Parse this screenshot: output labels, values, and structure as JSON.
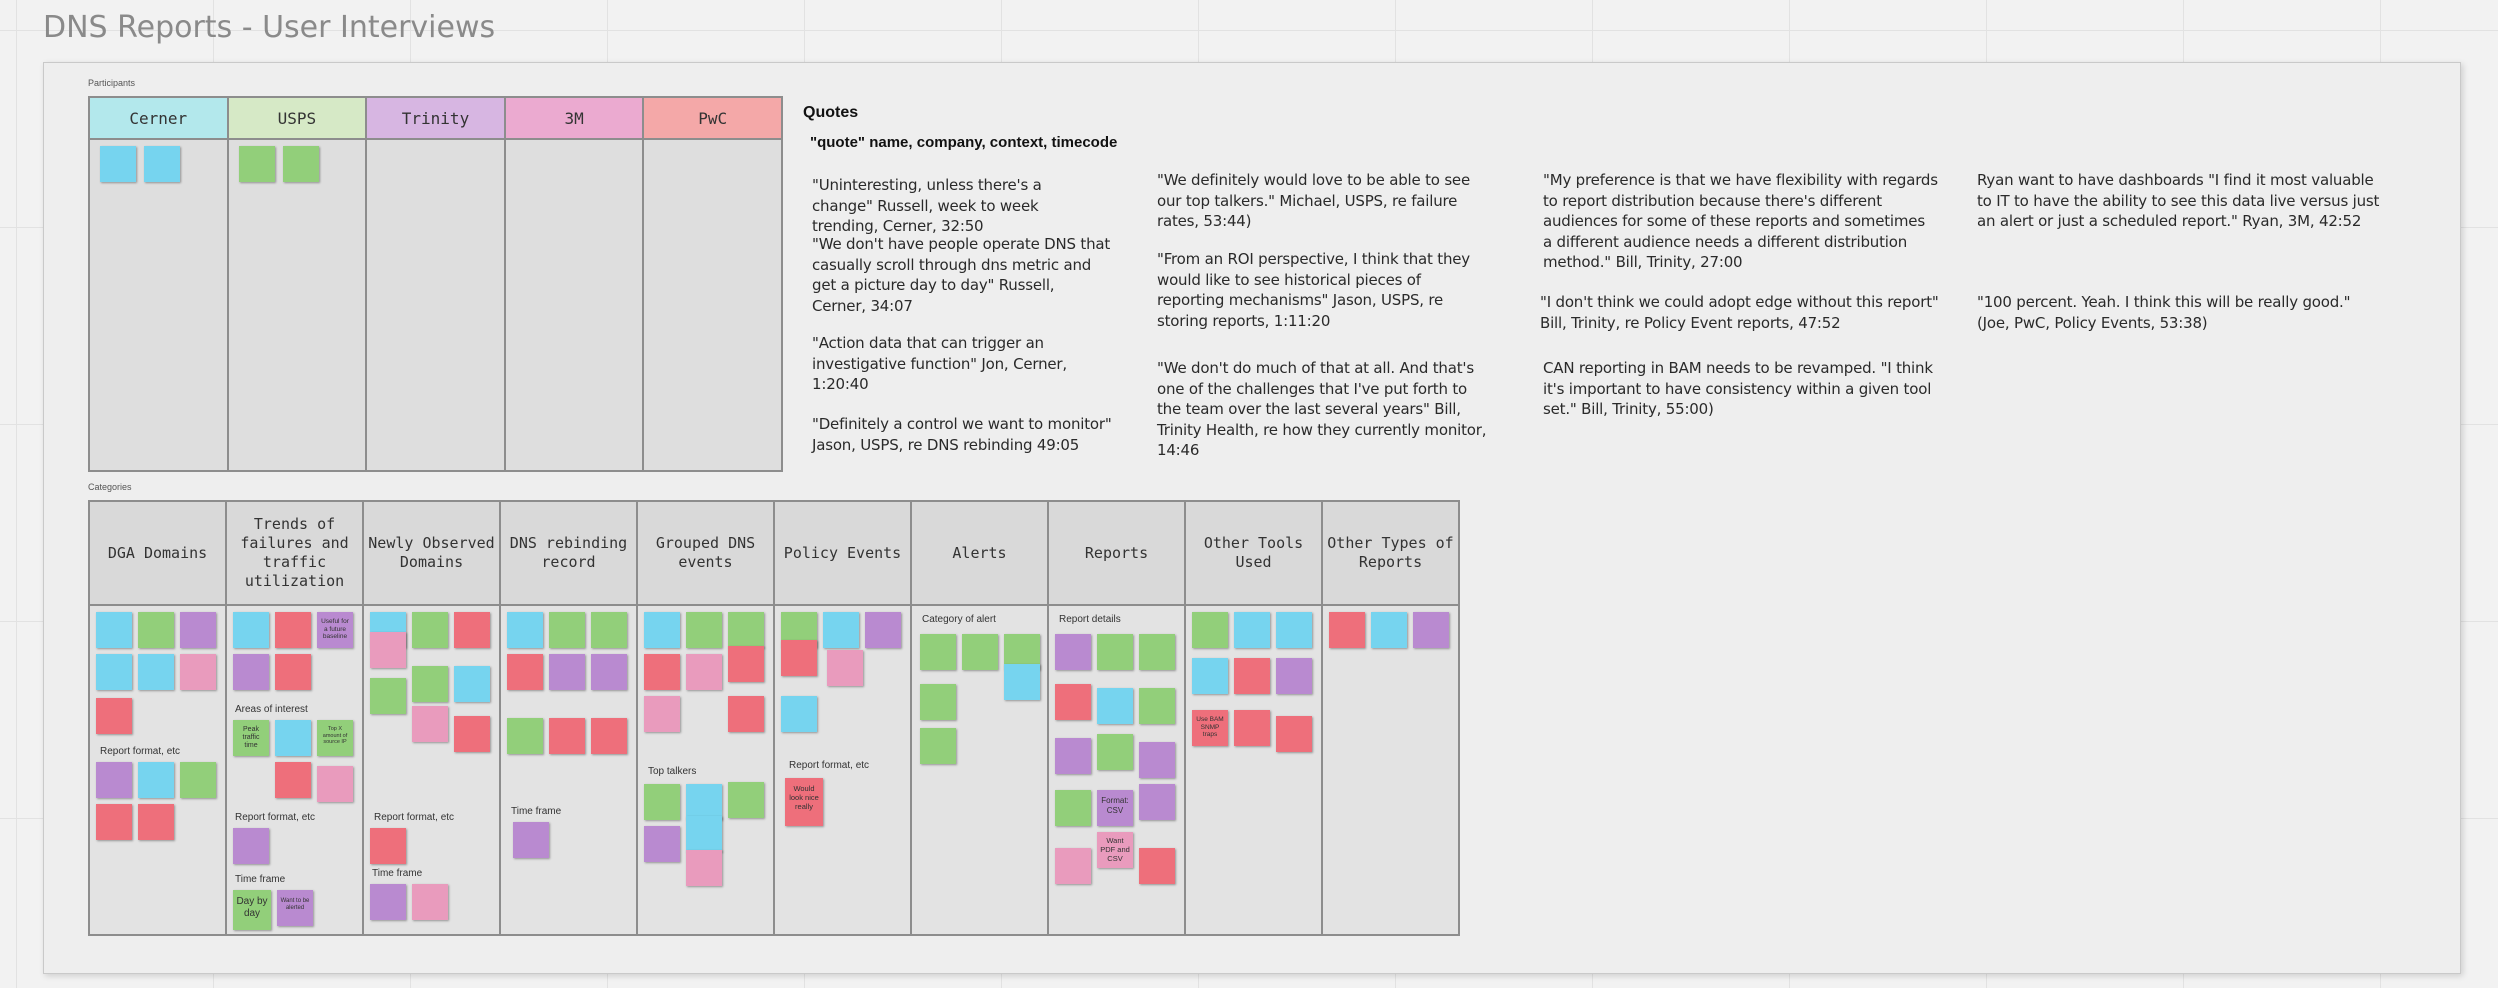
{
  "board_title": "DNS Reports - User Interviews",
  "participants": {
    "label": "Participants",
    "columns": [
      {
        "name": "Cerner",
        "color": "#b3e8ec"
      },
      {
        "name": "USPS",
        "color": "#d6e9c6"
      },
      {
        "name": "Trinity",
        "color": "#d7b6e2"
      },
      {
        "name": "3M",
        "color": "#ebaad0"
      },
      {
        "name": "PwC",
        "color": "#f4a8a8"
      }
    ]
  },
  "categories": {
    "label": "Categories",
    "columns": [
      {
        "name": "DGA Domains"
      },
      {
        "name": "Trends of failures and traffic utilization"
      },
      {
        "name": "Newly Observed Domains"
      },
      {
        "name": "DNS rebinding record"
      },
      {
        "name": "Grouped DNS events"
      },
      {
        "name": "Policy Events"
      },
      {
        "name": "Alerts"
      },
      {
        "name": "Reports"
      },
      {
        "name": "Other Tools Used"
      },
      {
        "name": "Other Types of Reports"
      }
    ],
    "sub_labels": {
      "dga_report_format": "Report format, etc",
      "trends_areas": "Areas of interest",
      "trends_report_format": "Report format, etc",
      "trends_time_frame": "Time frame",
      "nod_report_format": "Report format, etc",
      "nod_time_frame": "Time frame",
      "rebind_time_frame": "Time frame",
      "grouped_top_talkers": "Top talkers",
      "policy_report_format": "Report format, etc",
      "alerts_category": "Category of alert",
      "reports_details": "Report details"
    },
    "readable_notes": {
      "day_by_day": "Day by day",
      "want_to_be_alerted": "Want to be alerted",
      "peak_traffic_time": "Peak traffic time",
      "useful_future": "Useful for a future baseline",
      "top_x_amount": "Top X amount of source IP",
      "would_look_nice": "Would look nice really",
      "format_csv": "Format: CSV",
      "want_pdf_csv": "Want PDF and CSV",
      "use_bam_snmp": "Use BAM SNMP traps"
    }
  },
  "quotes": {
    "title": "Quotes",
    "subtitle": "\"quote\" name, company, context,  timecode",
    "items": [
      "\"Uninteresting, unless there's a change\" Russell, week to week trending, Cerner, 32:50",
      "\"We don't have people operate DNS that casually scroll through dns metric and get a picture day to day\" Russell, Cerner, 34:07",
      "\"Action data that can trigger an investigative function\" Jon, Cerner, 1:20:40",
      "\"Definitely a control we want to monitor\" Jason, USPS, re DNS rebinding 49:05",
      "\"We definitely would love to be able to see our top talkers.\" Michael, USPS, re failure rates, 53:44)",
      "\"From an ROI perspective, I think that they would like to see historical pieces of reporting mechanisms\" Jason, USPS, re storing reports, 1:11:20",
      "\"We don't do much of that at all. And that's one of the challenges that I've put forth to the team over the last several years\" Bill, Trinity Health, re how they currently monitor, 14:46",
      "\"My preference is that we have flexibility with regards to report distribution because there's different audiences for some of these reports and sometimes a different audience needs a different distribution method.\" Bill, Trinity,  27:00",
      "\"I don't think we could adopt edge without this report\" Bill, Trinity, re Policy Event reports, 47:52",
      "CAN reporting in BAM needs to be revamped. \"I think it's important to have consistency within a given tool set.\" Bill, Trinity, 55:00)",
      "Ryan want to have dashboards \"I find it most valuable to IT to have the ability to see this data live versus just an alert or just a scheduled report.\" Ryan, 3M, 42:52",
      "\"100 percent. Yeah. I think this will be really good.\" (Joe, PwC, Policy Events, 53:38)"
    ]
  }
}
